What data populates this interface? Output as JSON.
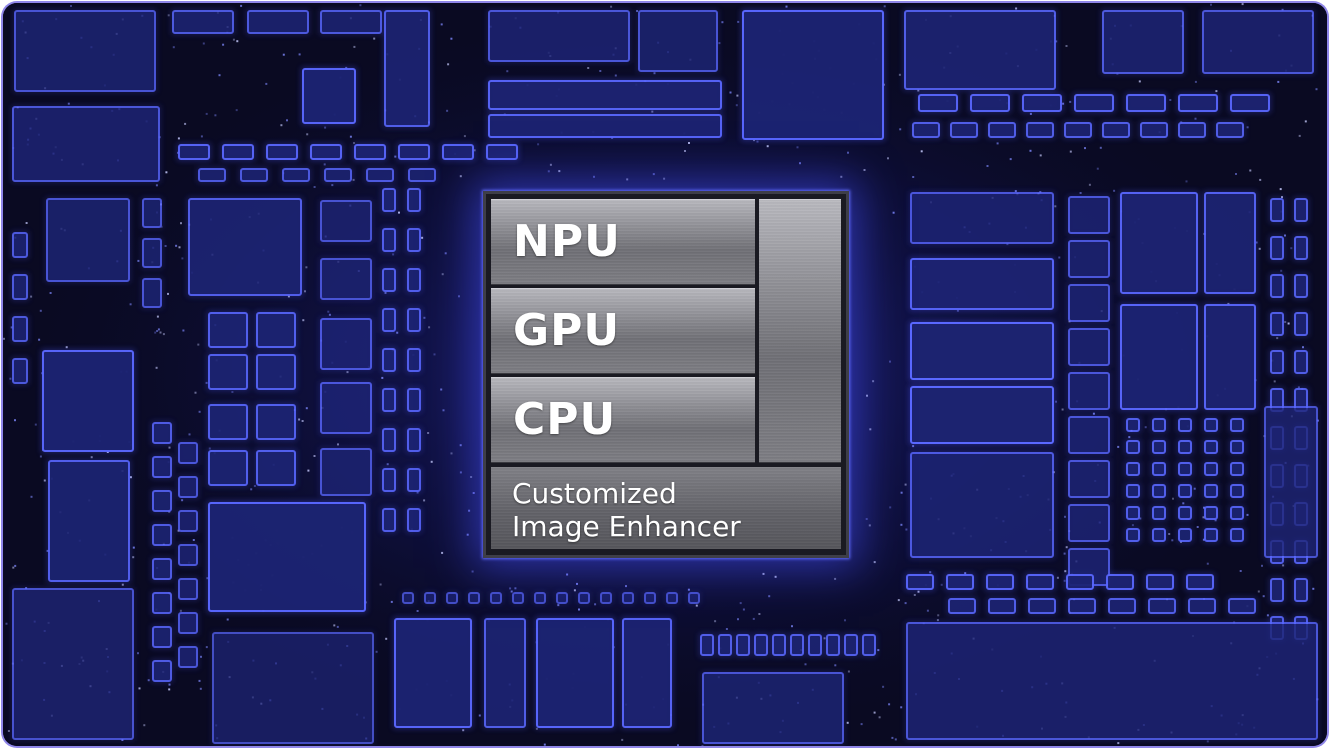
{
  "chip": {
    "blocks": {
      "npu": "NPU",
      "gpu": "GPU",
      "cpu": "CPU"
    },
    "enhancer_line1": "Customized",
    "enhancer_line2": "Image Enhancer"
  },
  "colors": {
    "background": "#0a0a24",
    "glow": "#4a55ff",
    "component_fill": "#1c2370",
    "component_edge": "#5a68ff",
    "chip_metal": "#8c8c92",
    "frame_border": "#8f86e8",
    "label": "#ffffff"
  }
}
